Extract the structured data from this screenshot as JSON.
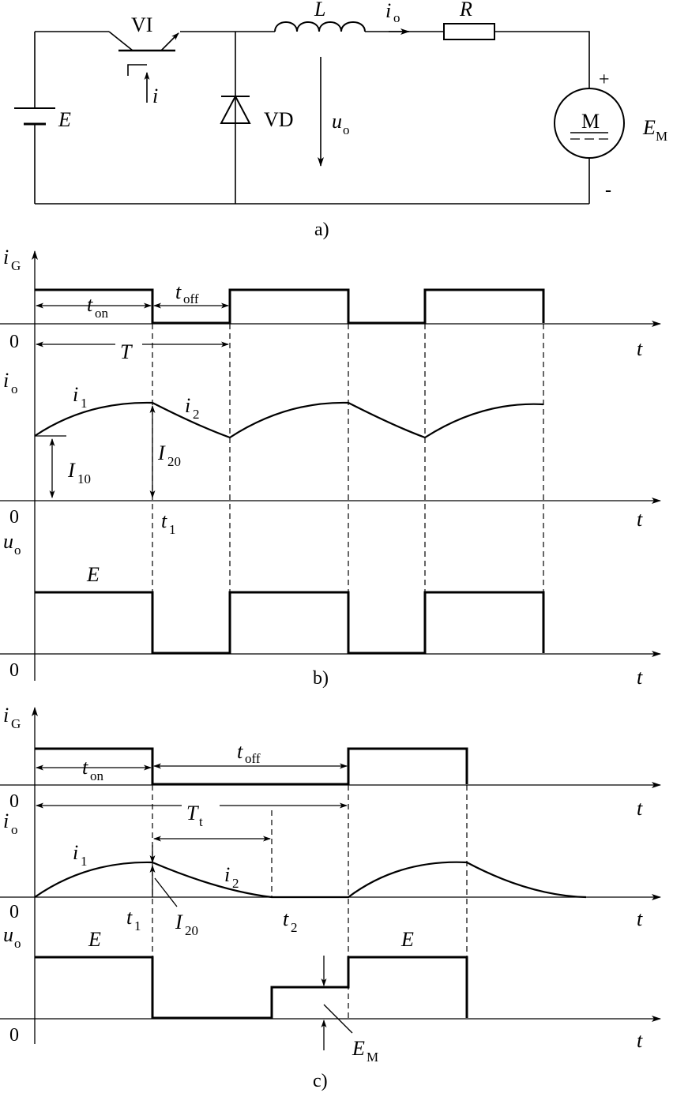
{
  "circuit": {
    "source": "E",
    "transistor": "VI",
    "base_current": "i",
    "diode": "VD",
    "inductor": "L",
    "output_current": "i",
    "output_current_sub": "o",
    "resistor": "R",
    "output_voltage": "u",
    "output_voltage_sub": "o",
    "motor": "M",
    "emf": "E",
    "emf_sub": "M",
    "plus": "+",
    "minus": "-"
  },
  "captions": {
    "a": "a)",
    "b": "b)",
    "c": "c)"
  },
  "common": {
    "i": "i",
    "u": "u",
    "G": "G",
    "o": "o",
    "t": "t",
    "zero": "0",
    "t_on": "t",
    "t_on_sub": "on",
    "t_off": "t",
    "t_off_sub": "off",
    "i1": "i",
    "i1_sub": "1",
    "i2": "i",
    "i2_sub": "2",
    "I": "I",
    "I10_sub": "10",
    "I20_sub": "20",
    "t1": "t",
    "t1_sub": "1",
    "t2": "t",
    "t2_sub": "2",
    "E": "E",
    "E_M": "E",
    "E_M_sub": "M"
  },
  "panel_b": {
    "period": "T"
  },
  "panel_c": {
    "period": "T",
    "period_sub": "t"
  }
}
